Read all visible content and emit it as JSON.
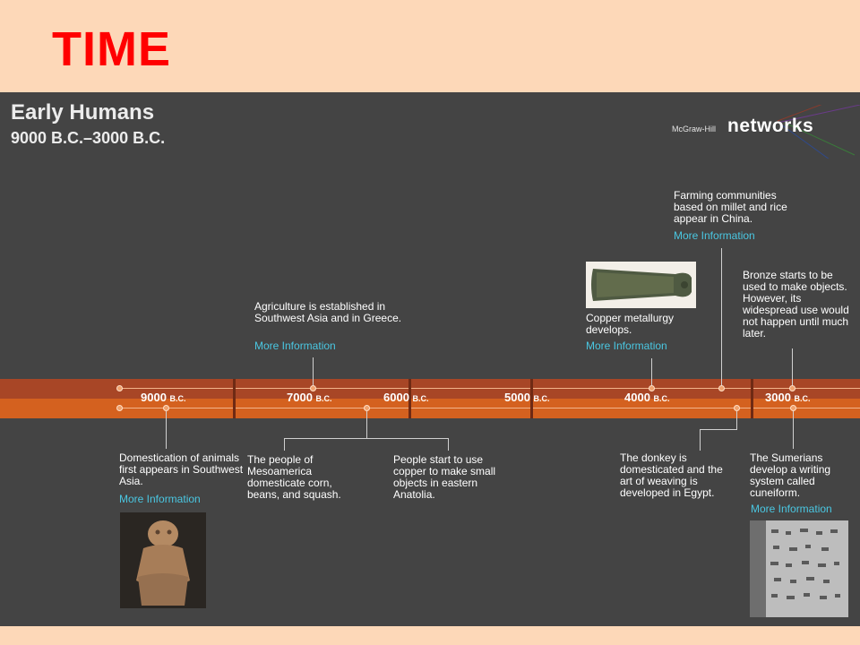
{
  "slide": {
    "title": "TIME"
  },
  "panel": {
    "title": "Early Humans",
    "subtitle": "9000 B.C.–3000 B.C.",
    "brand_prefix": "McGraw-Hill",
    "brand_name": "networks"
  },
  "timeline": {
    "era_suffix": "B.C.",
    "years": [
      "9000",
      "7000",
      "6000",
      "5000",
      "4000",
      "3000"
    ]
  },
  "events_above": [
    {
      "text": "Agriculture is established in Southwest Asia and in Greece.",
      "link": "More Information"
    },
    {
      "text": "Copper metallurgy develops.",
      "link": "More Information"
    },
    {
      "text": "Farming communities based on millet and rice appear in China.",
      "link": "More Information"
    },
    {
      "text": "Bronze starts to be used to make objects. However, its widespread use would not happen until much later."
    }
  ],
  "events_below": [
    {
      "text": "Domestication of animals first appears in Southwest Asia.",
      "link": "More Information"
    },
    {
      "text": "The people of Mesoamerica domesticate corn, beans, and squash."
    },
    {
      "text": "People start to use copper to make small objects in eastern Anatolia."
    },
    {
      "text": "The donkey is domesticated and the art of weaving is developed in Egypt."
    },
    {
      "text": "The Sumerians develop a writing system called cuneiform.",
      "link": "More Information"
    }
  ],
  "colors": {
    "title_red": "#ff0000",
    "link_cyan": "#4ac7e2",
    "panel_gray": "#444444"
  },
  "icons": [
    "clay-figurine-image",
    "copper-axe-image",
    "cuneiform-tablet-image",
    "networks-logo-icon"
  ]
}
